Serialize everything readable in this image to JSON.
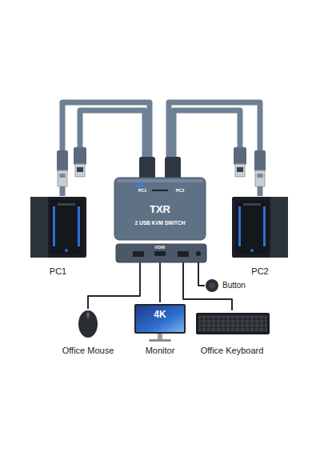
{
  "diagram": {
    "nodes": [
      {
        "text": [
          "PC1",
          "PC2",
          "TXR",
          "2 USB KVM SWITCH"
        ]
      },
      {
        "text": [
          "PC1"
        ]
      },
      {
        "text": [
          "PC2"
        ]
      },
      {
        "text": [
          "HDMI"
        ]
      },
      {
        "text": [
          "Button"
        ]
      },
      {
        "text": [
          "Office Mouse"
        ]
      },
      {
        "text": [
          "4K",
          "Monitor"
        ]
      },
      {
        "text": [
          "Office Keyboard"
        ]
      }
    ],
    "edges": [
      {
        "from": 0,
        "to": 1,
        "arrow": "none"
      },
      {
        "from": 0,
        "to": 2,
        "arrow": "none"
      },
      {
        "from": 3,
        "to": 5,
        "arrow": "none"
      },
      {
        "from": 3,
        "to": 6,
        "arrow": "none"
      },
      {
        "from": 3,
        "to": 7,
        "arrow": "none"
      },
      {
        "from": 3,
        "to": 4,
        "arrow": "none"
      }
    ]
  }
}
